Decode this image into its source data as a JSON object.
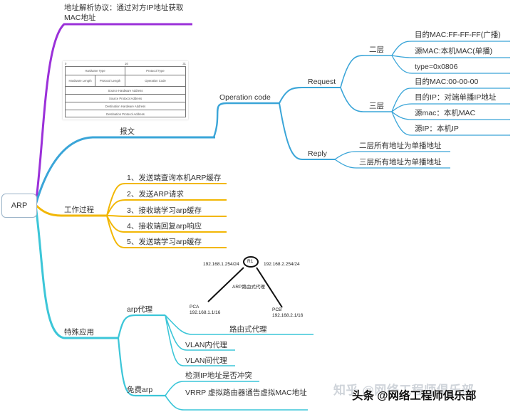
{
  "root": "ARP",
  "address_protocol": {
    "line1": "地址解析协议：通过对方IP地址获取",
    "line2": "MAC地址"
  },
  "message": {
    "label": "报文",
    "operation_code": "Operation code",
    "request": {
      "label": "Request",
      "layer2": {
        "label": "二层",
        "items": [
          "目的MAC:FF-FF-FF(广播)",
          "源MAC:本机MAC(单播)",
          "type=0x0806"
        ]
      },
      "layer3": {
        "label": "三层",
        "items": [
          "目的MAC:00-00-00",
          "目的IP：对端单播IP地址",
          "源mac：本机MAC",
          "源IP：本机IP"
        ]
      }
    },
    "reply": {
      "label": "Reply",
      "items": [
        "二层所有地址为单播地址",
        "三层所有地址为单播地址"
      ]
    }
  },
  "packet_table": {
    "bits": [
      "0",
      "16",
      "31"
    ],
    "rows": [
      [
        "Hardware Type",
        "Protocol Type"
      ],
      [
        "Hardware Length",
        "Protocol Length",
        "Operation Code"
      ],
      [
        "Source Hardware Address"
      ],
      [
        "Source Protocol Address"
      ],
      [
        "Destination Hardware Address"
      ],
      [
        "Destination Protocol Address"
      ]
    ]
  },
  "working_process": {
    "label": "工作过程",
    "steps": [
      "1、发送端查询本机ARP缓存",
      "2、发送ARP请求",
      "3、接收端学习arp缓存",
      "4、接收端回复arp响应",
      "5、发送端学习arp缓存"
    ]
  },
  "special_apps": {
    "label": "特殊应用",
    "arp_proxy": {
      "label": "arp代理",
      "items": [
        "路由式代理",
        "VLAN内代理",
        "VLAN间代理"
      ]
    },
    "free_arp": {
      "label": "免费arp",
      "items": [
        "检测IP地址是否冲突",
        "VRRP 虚拟路由器通告虚拟MAC地址"
      ]
    }
  },
  "network_diagram": {
    "router": "R1",
    "left_ip": "192.168.1.254/24",
    "right_ip": "192.168.2.254/24",
    "caption": "ARP路由式代理",
    "pca_name": "PCA",
    "pca_ip": "192.168.1.1/16",
    "pcb_name": "PCB",
    "pcb_ip": "192.168.2.1/16"
  },
  "watermark": {
    "faint": "知乎 @网络工程师俱乐部",
    "main": "头条 @网络工程师俱乐部"
  },
  "colors": {
    "purple": "#9b30d9",
    "blue": "#3aa5d8",
    "yellow": "#f2b705",
    "teal": "#3cc6d8"
  }
}
